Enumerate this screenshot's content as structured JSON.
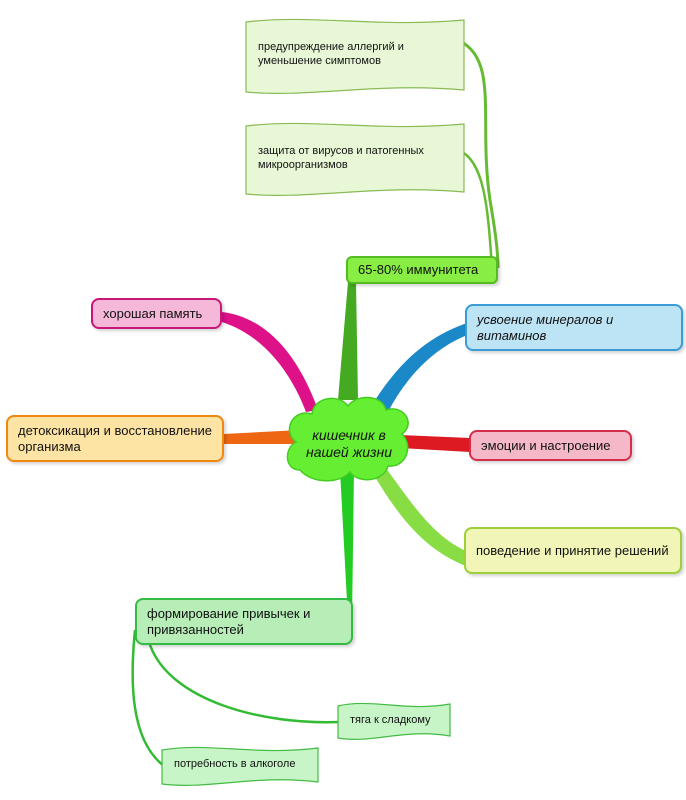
{
  "center": {
    "label": "кишечник в нашей жизни",
    "color": "#66ee33"
  },
  "branches": {
    "immunity": {
      "label": "65-80% иммунитета",
      "fill": "#88ee44",
      "border": "#55bb22",
      "branch_color": "#44aa22"
    },
    "vitamins": {
      "label": "усвоение минералов  и витаминов",
      "fill": "#bde4f5",
      "border": "#3a9bd5",
      "branch_color": "#1b88c8"
    },
    "emotions": {
      "label": "эмоции и настроение",
      "fill": "#f5b8c8",
      "border": "#d32f4a",
      "branch_color": "#dd1a22"
    },
    "behavior": {
      "label": "поведение и принятие решений",
      "fill": "#f1f6b8",
      "border": "#9ccf3a",
      "branch_color": "#88dd44"
    },
    "habits": {
      "label": "формирование привычек и привязанностей",
      "fill": "#b7eeb7",
      "border": "#33bb44",
      "branch_color": "#22cc22"
    },
    "detox": {
      "label": "детоксикация и восстановление организма",
      "fill": "#fde4a5",
      "border": "#ee8811",
      "branch_color": "#ee6611"
    },
    "memory": {
      "label": "хорошая память",
      "fill": "#f5b8d8",
      "border": "#c8177a",
      "branch_color": "#dd1188"
    }
  },
  "subtopics": {
    "allergy": "предупреждение аллергий и уменьшение симптомов",
    "viruses": "защита от вирусов и патогенных микроорганизмов",
    "sweets": "тяга к сладкому",
    "alcohol": "потребность в алкоголе"
  },
  "colors": {
    "note_fill": "#e8f8d6",
    "note_border": "#88bb55",
    "habit_note_fill": "#c8f5c8",
    "habit_note_border": "#44bb44"
  }
}
